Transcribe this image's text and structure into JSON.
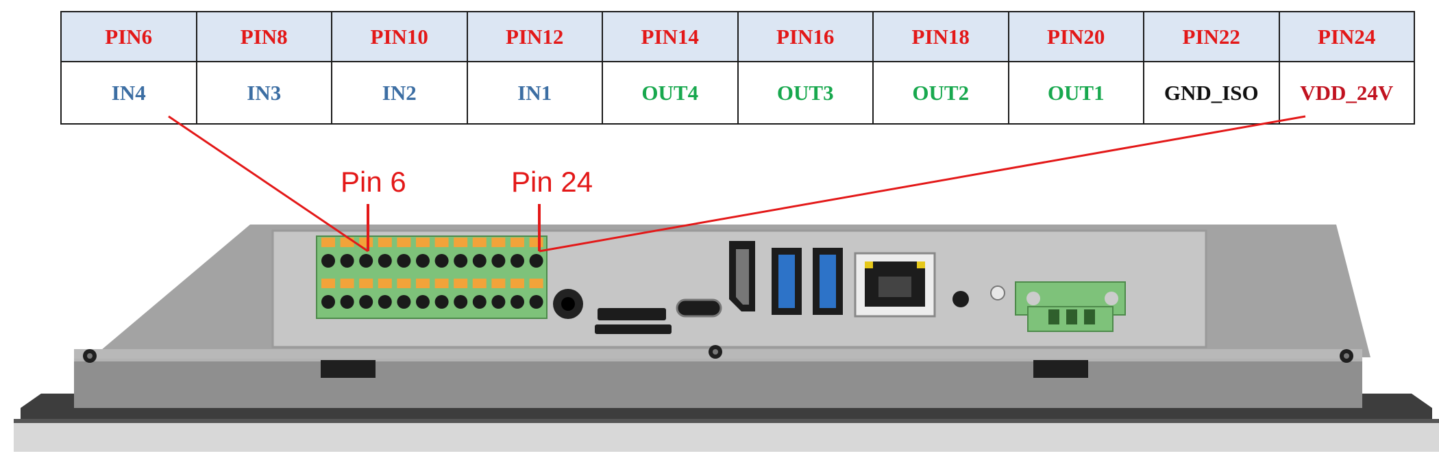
{
  "table": {
    "pins": [
      "PIN6",
      "PIN8",
      "PIN10",
      "PIN12",
      "PIN14",
      "PIN16",
      "PIN18",
      "PIN20",
      "PIN22",
      "PIN24"
    ],
    "signals": [
      {
        "label": "IN4",
        "color": "#3c6ea3"
      },
      {
        "label": "IN3",
        "color": "#3c6ea3"
      },
      {
        "label": "IN2",
        "color": "#3c6ea3"
      },
      {
        "label": "IN1",
        "color": "#3c6ea3"
      },
      {
        "label": "OUT4",
        "color": "#18a84e"
      },
      {
        "label": "OUT3",
        "color": "#18a84e"
      },
      {
        "label": "OUT2",
        "color": "#18a84e"
      },
      {
        "label": "OUT1",
        "color": "#18a84e"
      },
      {
        "label": "GND_ISO",
        "color": "#111111"
      },
      {
        "label": "VDD_24V",
        "color": "#c1121f"
      }
    ]
  },
  "callouts": {
    "left": "Pin 6",
    "right": "Pin 24"
  },
  "colors": {
    "header_bg": "#dce6f3",
    "pin_text": "#e31818",
    "leader": "#e31818",
    "panel": "#9c9c9c",
    "terminal_green": "#7ec27a",
    "terminal_orange": "#f2a33a",
    "usb_blue": "#2d73c8"
  }
}
